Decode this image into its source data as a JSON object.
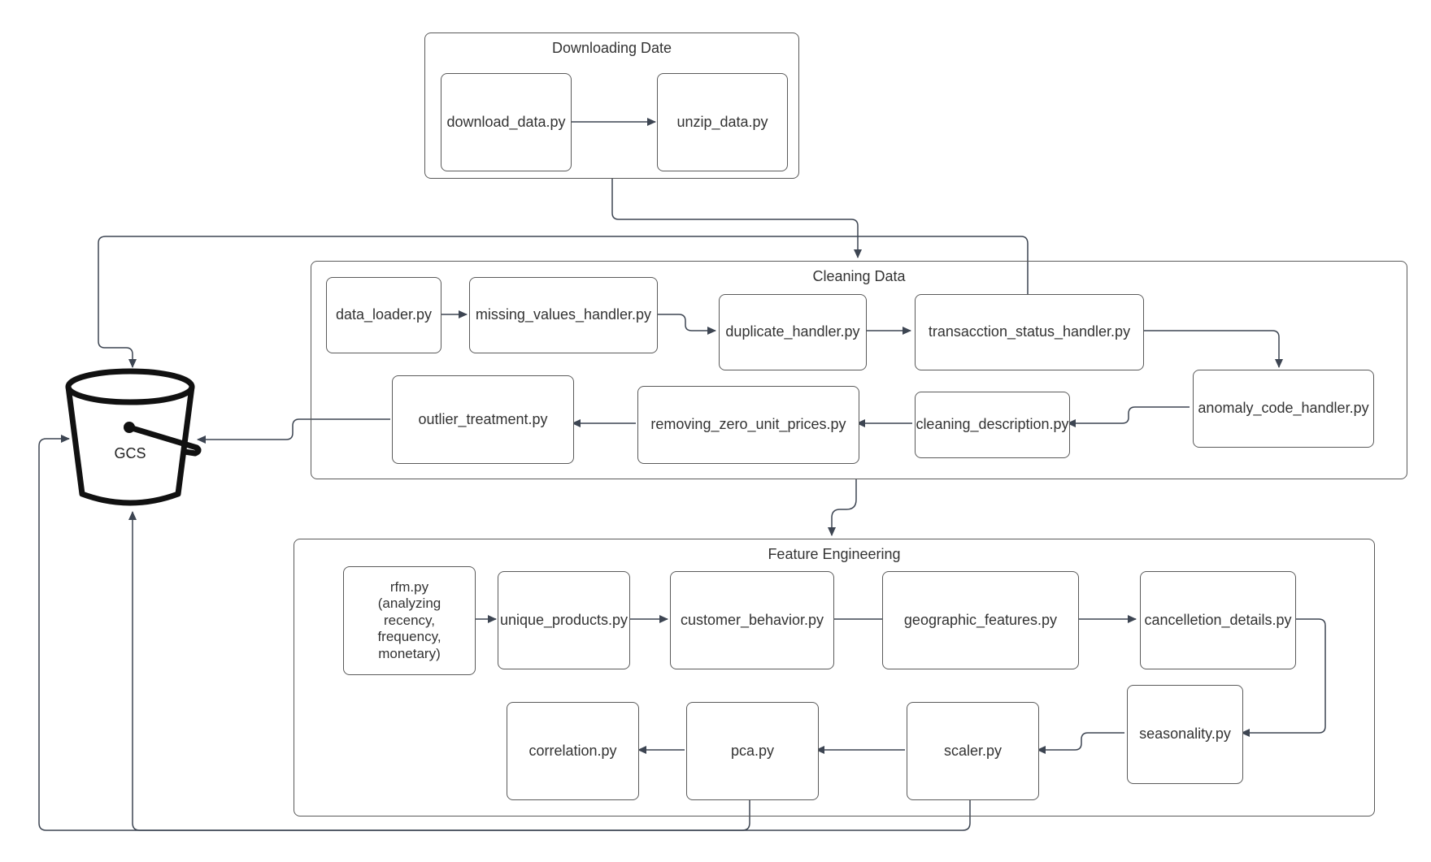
{
  "groups": {
    "downloading": {
      "title": "Downloading Date"
    },
    "cleaning": {
      "title": "Cleaning Data"
    },
    "feature": {
      "title": "Feature Engineering"
    }
  },
  "nodes": {
    "download_data": "download_data.py",
    "unzip_data": "unzip_data.py",
    "data_loader": "data_loader.py",
    "missing_values_handler": "missing_values_handler.py",
    "duplicate_handler": "duplicate_handler.py",
    "transacction_status_handler": "transacction_status_handler.py",
    "anomaly_code_handler": "anomaly_code_handler.py",
    "cleaning_description": "cleaning_description.py",
    "removing_zero_unit_prices": "removing_zero_unit_prices.py",
    "outlier_treatment": "outlier_treatment.py",
    "rfm": "rfm.py\n(analyzing\nrecency,\nfrequency,\nmonetary)",
    "unique_products": "unique_products.py",
    "customer_behavior": "customer_behavior.py",
    "geographic_features": "geographic_features.py",
    "cancelletion_details": "cancelletion_details.py",
    "seasonality": "seasonality.py",
    "scaler": "scaler.py",
    "pca": "pca.py",
    "correlation": "correlation.py"
  },
  "storage": {
    "label": "GCS",
    "icon": "bucket-icon"
  },
  "colors": {
    "stroke": "#3d4552",
    "border": "#5a5a5a"
  }
}
